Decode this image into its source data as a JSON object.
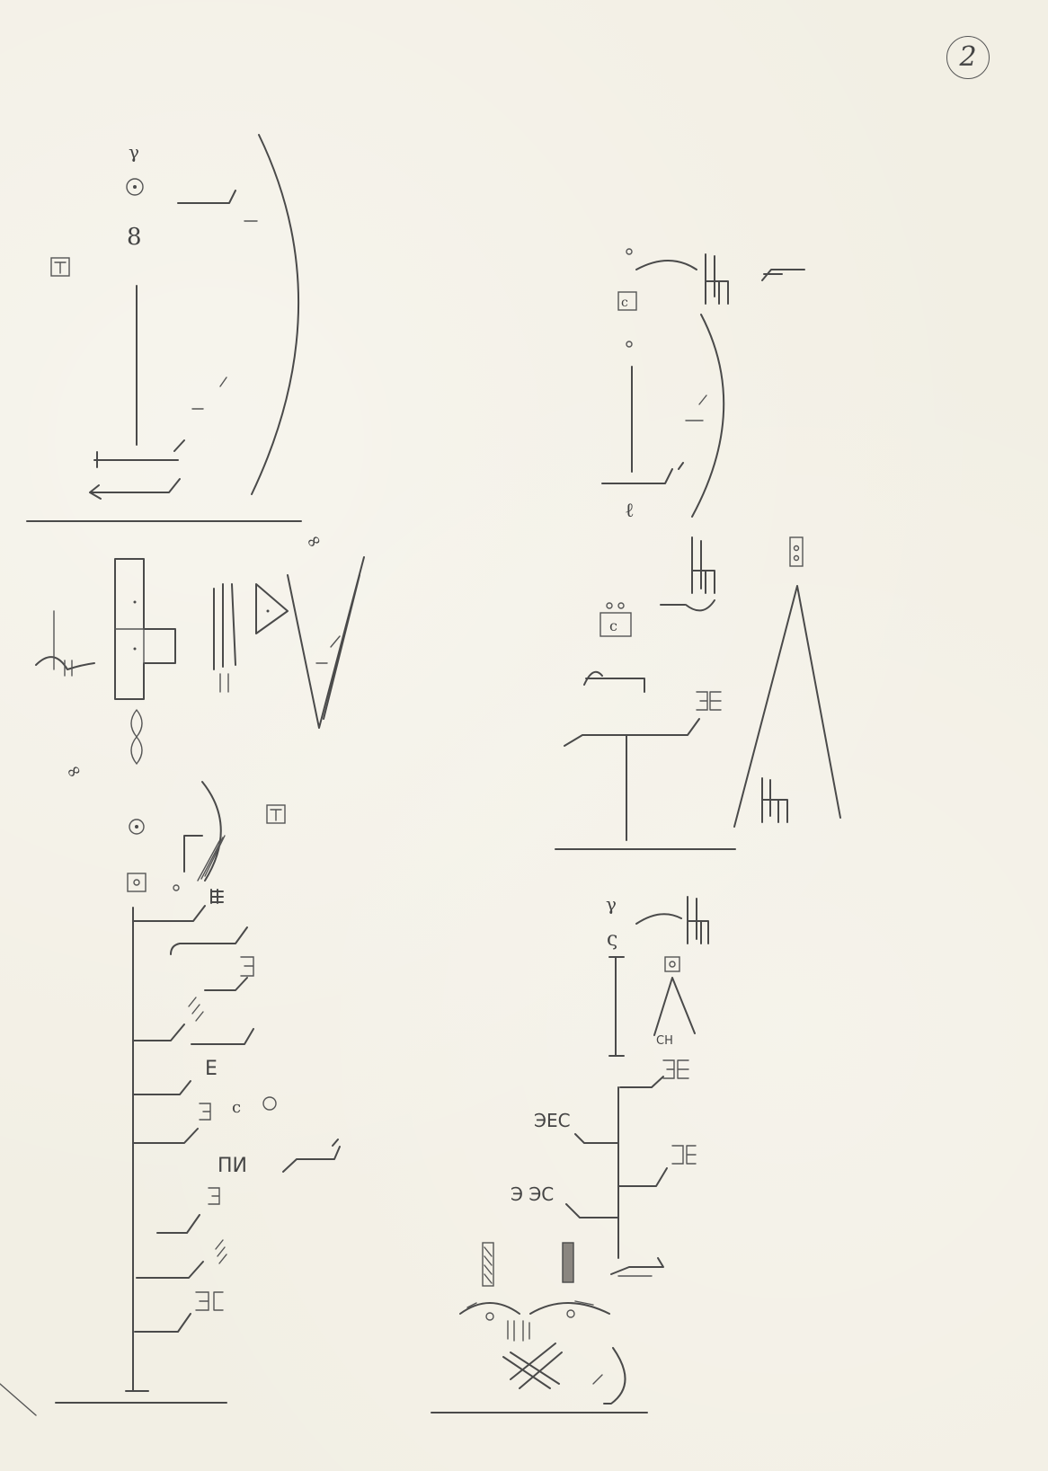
{
  "page": {
    "number": "2"
  },
  "notation_labels": {
    "left_bottom_right_1": "ПИ",
    "left_bottom_right_2": "E",
    "right_bottom_label": "CH",
    "right_bottom_3": "ЭЕС",
    "right_bottom_4": "Э ЭС"
  },
  "colors": {
    "paper": "#f2efe4",
    "pencil": "#4a4a4a"
  }
}
